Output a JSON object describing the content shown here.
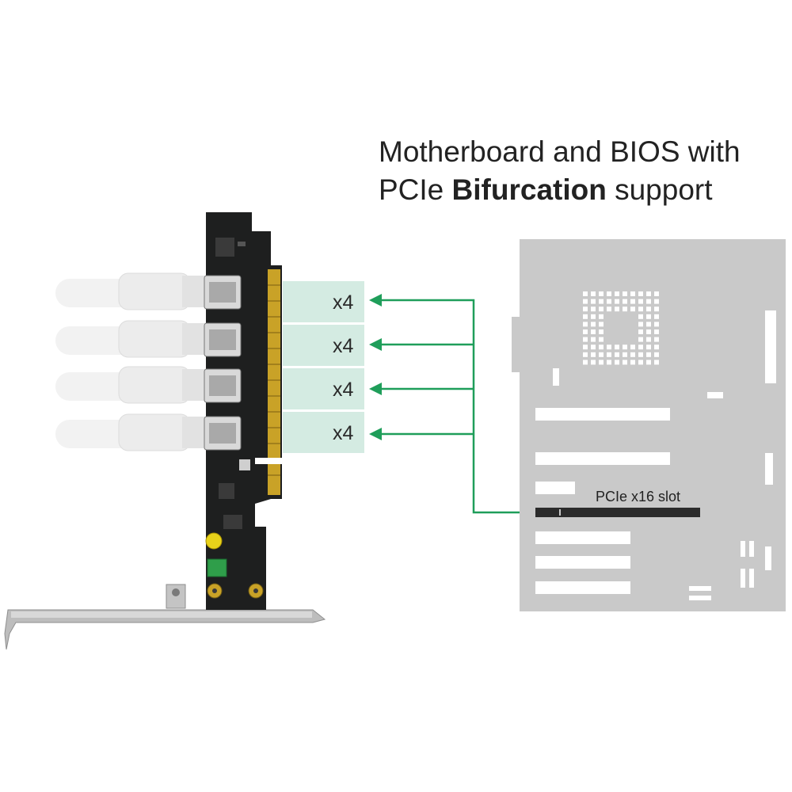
{
  "title": {
    "line1": "Motherboard and BIOS with",
    "line2_prefix": "PCIe ",
    "line2_bold": "Bifurcation",
    "line2_suffix": " support"
  },
  "lanes": [
    {
      "label": "x4"
    },
    {
      "label": "x4"
    },
    {
      "label": "x4"
    },
    {
      "label": "x4"
    }
  ],
  "slot_label": "PCIe x16 slot",
  "colors": {
    "arrow": "#1f9e5a",
    "lane_band": "#d4ebe2",
    "motherboard": "#c9c9c9",
    "pcb": "#1e1f1f",
    "gold_contacts": "#c9a227",
    "bracket": "#b8b8b8"
  }
}
